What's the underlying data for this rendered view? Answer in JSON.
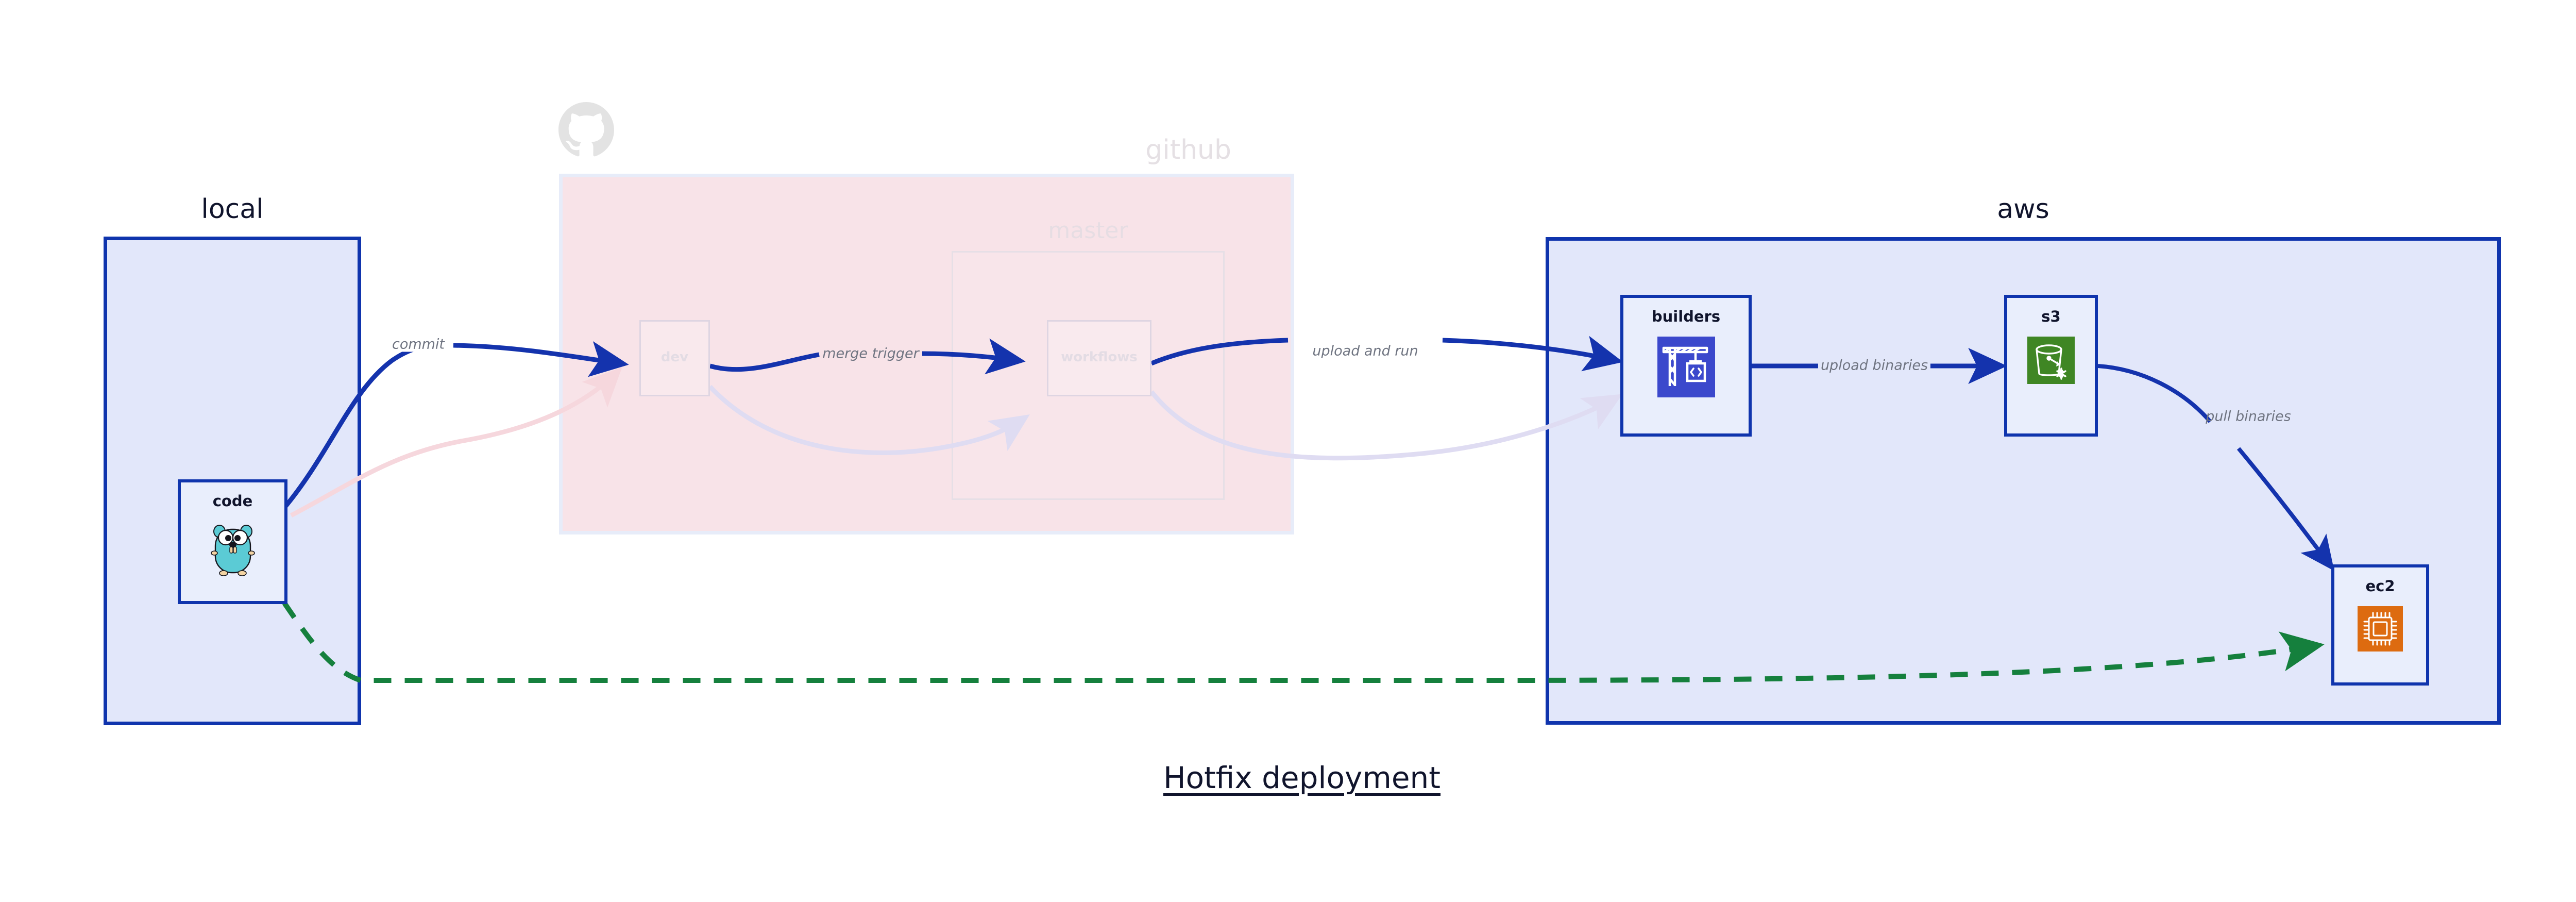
{
  "diagram": {
    "title": "Hotfix deployment",
    "colors": {
      "node_border": "#0f34ad",
      "node_fill": "#e9eefc",
      "local_fill": "#e2e7fa",
      "github_fill": "#f8e3e8",
      "aws_fill": "#e2e7fa",
      "arrow_blue": "#1433ad",
      "arrow_green": "#15803d",
      "label_text": "#6f7481",
      "title_text": "#10142c",
      "faded_text": "#e5e0e4",
      "gopher_cyan": "#5bcbd5",
      "codebuild_blue": "#3b48cc",
      "s3_green": "#3f8624",
      "ec2_orange": "#dd6b10"
    }
  },
  "groups": [
    {
      "id": "local",
      "label": "local",
      "faded": false
    },
    {
      "id": "github",
      "label": "github",
      "faded": true
    },
    {
      "id": "aws",
      "label": "aws",
      "faded": false
    }
  ],
  "subgroups": [
    {
      "id": "master",
      "label": "master",
      "parent": "github"
    }
  ],
  "nodes": [
    {
      "id": "code",
      "label": "code",
      "group": "local",
      "icon": "go-gopher-icon",
      "ghost": false
    },
    {
      "id": "dev",
      "label": "dev",
      "group": "github",
      "icon": "none",
      "ghost": true
    },
    {
      "id": "workflows",
      "label": "workflows",
      "group": "master",
      "icon": "none",
      "ghost": true
    },
    {
      "id": "builders",
      "label": "builders",
      "group": "aws",
      "icon": "aws-codebuild-icon",
      "ghost": false
    },
    {
      "id": "s3",
      "label": "s3",
      "group": "aws",
      "icon": "aws-s3-bucket-icon",
      "ghost": false
    },
    {
      "id": "ec2",
      "label": "ec2",
      "group": "aws",
      "icon": "aws-ec2-chip-icon",
      "ghost": false
    }
  ],
  "edges": [
    {
      "id": "commit",
      "label": "commit",
      "from": "code",
      "to": "dev",
      "style": "solid-blue",
      "prominent": true
    },
    {
      "id": "merge-trigger",
      "label": "merge trigger",
      "from": "dev",
      "to": "workflows",
      "style": "solid-blue",
      "prominent": true
    },
    {
      "id": "upload-and-run",
      "label": "upload and run",
      "from": "workflows",
      "to": "builders",
      "style": "solid-blue",
      "prominent": true
    },
    {
      "id": "upload-binaries",
      "label": "upload binaries",
      "from": "builders",
      "to": "s3",
      "style": "solid-blue",
      "prominent": true
    },
    {
      "id": "pull-binaries",
      "label": "pull binaries",
      "from": "s3",
      "to": "ec2",
      "style": "solid-blue",
      "prominent": true
    },
    {
      "id": "hotfix-direct",
      "label": "",
      "from": "code",
      "to": "ec2",
      "style": "dashed-green",
      "prominent": true
    },
    {
      "id": "faded-code-dev",
      "label": "",
      "from": "code",
      "to": "dev",
      "style": "faded-pink",
      "prominent": false
    },
    {
      "id": "faded-dev-wf",
      "label": "",
      "from": "dev",
      "to": "workflows",
      "style": "faded-lilac",
      "prominent": false
    },
    {
      "id": "faded-wf-build",
      "label": "",
      "from": "workflows",
      "to": "builders",
      "style": "faded-lilac",
      "prominent": false
    }
  ],
  "icon_names": {
    "github": "github-octocat-icon",
    "code": "go-gopher-icon",
    "builders": "aws-codebuild-icon",
    "s3": "aws-s3-bucket-icon",
    "ec2": "aws-ec2-chip-icon"
  }
}
